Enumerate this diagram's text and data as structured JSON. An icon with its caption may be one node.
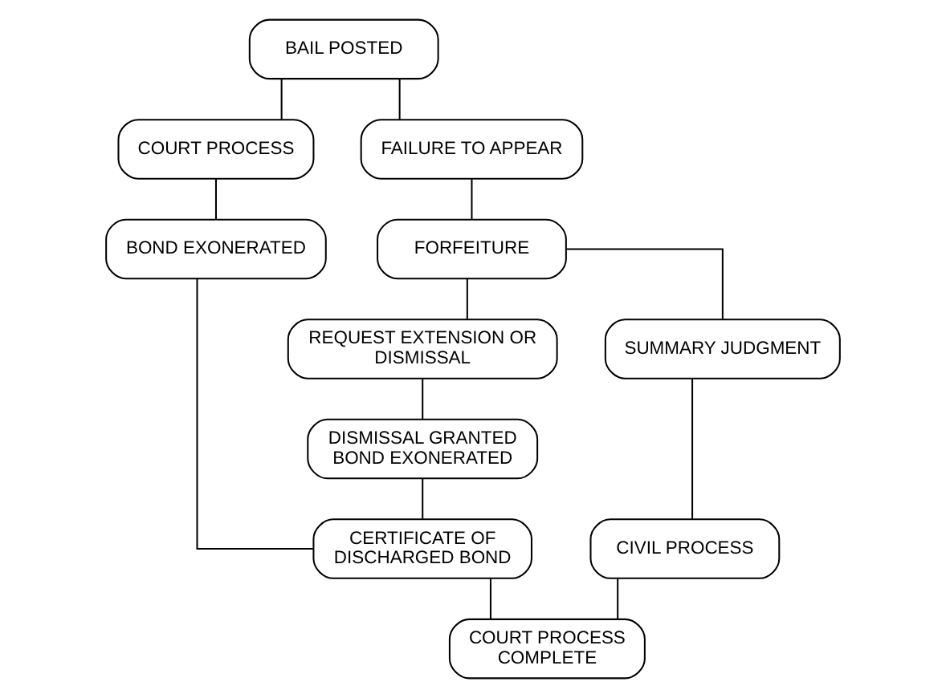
{
  "diagram": {
    "nodes": [
      {
        "text": [
          "BAIL POSTED"
        ]
      },
      {
        "text": [
          "COURT PROCESS"
        ]
      },
      {
        "text": [
          "FAILURE TO APPEAR"
        ]
      },
      {
        "text": [
          "FORFEITURE"
        ]
      },
      {
        "text": [
          "REQUEST EXTENSION OR DISMISSAL"
        ]
      },
      {
        "text": [
          "SUMMARY JUDGMENT"
        ]
      },
      {
        "text": [
          "BOND EXONERATED"
        ]
      },
      {
        "text": [
          "DISMISSAL GRANTED BOND EXONERATED"
        ]
      },
      {
        "text": [
          "CIVIL PROCESS"
        ]
      },
      {
        "text": [
          "CERTIFICATE OF DISCHARGED BOND"
        ]
      },
      {
        "text": [
          "COURT PROCESS COMPLETE"
        ]
      }
    ],
    "edges": [
      {
        "from": 0,
        "to": 1,
        "arrow": "none"
      },
      {
        "from": 0,
        "to": 2,
        "arrow": "none"
      },
      {
        "from": 1,
        "to": 6,
        "arrow": "none"
      },
      {
        "from": 2,
        "to": 3,
        "arrow": "none"
      },
      {
        "from": 3,
        "to": 4,
        "arrow": "none"
      },
      {
        "from": 3,
        "to": 5,
        "arrow": "none"
      },
      {
        "from": 4,
        "to": 7,
        "arrow": "none"
      },
      {
        "from": 5,
        "to": 8,
        "arrow": "none"
      },
      {
        "from": 6,
        "to": 9,
        "arrow": "none"
      },
      {
        "from": 7,
        "to": 9,
        "arrow": "none"
      },
      {
        "from": 9,
        "to": 10,
        "arrow": "none"
      },
      {
        "from": 8,
        "to": 10,
        "arrow": "none"
      }
    ]
  }
}
